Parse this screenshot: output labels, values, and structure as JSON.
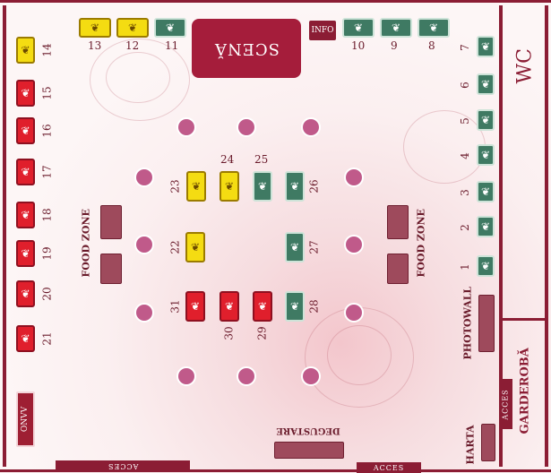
{
  "stage_label": "SCENĂ",
  "info_label": "INFO",
  "wc_label": "WC",
  "garderoba_label": "GARDEROBĂ",
  "acces_labels": [
    "ACCES",
    "ACCES",
    "ACCES"
  ],
  "food_zone_label": "FOOD ZONE",
  "photowall_label": "PHOTOWALL",
  "harta_label": "HARTA",
  "degustare_label": "DEGUSTARE",
  "onvv_label": "ONVV",
  "stall_icon": "wine-glasses-icon",
  "colors": {
    "sold": "#e01f2c",
    "reserved": "#f4dc12",
    "available": "#3f7a63",
    "accent": "#8b1d34",
    "table": "#c05a8a"
  },
  "stalls": [
    {
      "number": "1",
      "status": "available"
    },
    {
      "number": "2",
      "status": "available"
    },
    {
      "number": "3",
      "status": "available"
    },
    {
      "number": "4",
      "status": "available"
    },
    {
      "number": "5",
      "status": "available"
    },
    {
      "number": "6",
      "status": "available"
    },
    {
      "number": "7",
      "status": "available"
    },
    {
      "number": "8",
      "status": "available"
    },
    {
      "number": "9",
      "status": "available"
    },
    {
      "number": "10",
      "status": "available"
    },
    {
      "number": "11",
      "status": "available"
    },
    {
      "number": "12",
      "status": "reserved"
    },
    {
      "number": "13",
      "status": "reserved"
    },
    {
      "number": "14",
      "status": "reserved"
    },
    {
      "number": "15",
      "status": "sold"
    },
    {
      "number": "16",
      "status": "sold"
    },
    {
      "number": "17",
      "status": "sold"
    },
    {
      "number": "18",
      "status": "sold"
    },
    {
      "number": "19",
      "status": "sold"
    },
    {
      "number": "20",
      "status": "sold"
    },
    {
      "number": "21",
      "status": "sold"
    },
    {
      "number": "22",
      "status": "reserved"
    },
    {
      "number": "23",
      "status": "reserved"
    },
    {
      "number": "24",
      "status": "reserved"
    },
    {
      "number": "25",
      "status": "available"
    },
    {
      "number": "26",
      "status": "available"
    },
    {
      "number": "27",
      "status": "available"
    },
    {
      "number": "28",
      "status": "available"
    },
    {
      "number": "29",
      "status": "sold"
    },
    {
      "number": "30",
      "status": "sold"
    },
    {
      "number": "31",
      "status": "sold"
    }
  ]
}
